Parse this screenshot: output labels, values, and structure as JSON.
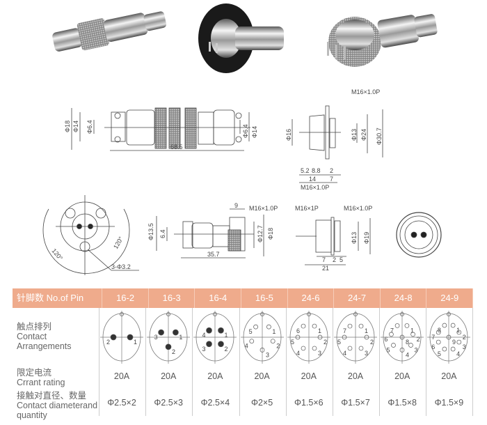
{
  "drawings": {
    "plug_side": {
      "d18": "Φ18",
      "d14": "Φ14",
      "d64": "Φ6.4",
      "length": "68.5",
      "d64_right": "Φ6.4",
      "d14_right": "Φ14"
    },
    "socket_side": {
      "thread_top": "M16×1.0P",
      "d16": "Φ16",
      "d13": "Φ13",
      "d24": "Φ24",
      "d307": "Φ30.7",
      "dim_52": "5.2",
      "dim_88": "8.8",
      "dim_2": "2",
      "dim_14": "14",
      "dim_7": "7",
      "thread_bottom": "M16×1.0P"
    },
    "flange_front": {
      "angle_left": "120°",
      "angle_right": "120°",
      "holes": "3-Φ3.2"
    },
    "plug_short": {
      "dim_9": "9",
      "thread": "M16×1.0P",
      "d135": "Φ13.5",
      "d64": "6.4",
      "d127": "Φ12.7",
      "d18": "Φ18",
      "length": "35.7"
    },
    "panel_socket": {
      "thread_left": "M16×1P",
      "thread_right": "M16×1.0P",
      "d13": "Φ13",
      "d19": "Φ19",
      "dim_7": "7",
      "dim_2": "2",
      "dim_5": "5",
      "dim_21": "21"
    }
  },
  "table": {
    "header_label": "针脚数 No.of Pin",
    "row_labels": {
      "contacts_cn": "触点排列",
      "contacts_en1": "Contact",
      "contacts_en2": "Arrangements",
      "current_cn": "限定电流",
      "current_en": "Crrant rating",
      "diameter_cn": "接触对直径、数量",
      "diameter_en1": "Contact diameterand",
      "diameter_en2": "quantity"
    },
    "columns": [
      {
        "pin": "16-2",
        "current": "20A",
        "diameter": "Φ2.5×2",
        "contacts": [
          "1",
          "2"
        ]
      },
      {
        "pin": "16-3",
        "current": "20A",
        "diameter": "Φ2.5×3",
        "contacts": [
          "1",
          "2",
          "3"
        ]
      },
      {
        "pin": "16-4",
        "current": "20A",
        "diameter": "Φ2.5×4",
        "contacts": [
          "1",
          "2",
          "3",
          "4"
        ]
      },
      {
        "pin": "16-5",
        "current": "20A",
        "diameter": "Φ2×5",
        "contacts": [
          "1",
          "2",
          "3",
          "4",
          "5"
        ]
      },
      {
        "pin": "24-6",
        "current": "20A",
        "diameter": "Φ1.5×6",
        "contacts": [
          "1",
          "2",
          "3",
          "4",
          "5",
          "6"
        ]
      },
      {
        "pin": "24-7",
        "current": "20A",
        "diameter": "Φ1.5×7",
        "contacts": [
          "1",
          "2",
          "3",
          "4",
          "5",
          "7"
        ]
      },
      {
        "pin": "24-8",
        "current": "20A",
        "diameter": "Φ1.5×8",
        "contacts": [
          "1",
          "2",
          "3",
          "4",
          "5",
          "6",
          "7",
          "8"
        ]
      },
      {
        "pin": "24-9",
        "current": "20A",
        "diameter": "Φ1.5×9",
        "contacts": [
          "1",
          "2",
          "3",
          "4",
          "5",
          "6",
          "7",
          "8",
          "9"
        ]
      }
    ]
  },
  "colors": {
    "header_bg": "#efab8c",
    "line": "#444444"
  }
}
